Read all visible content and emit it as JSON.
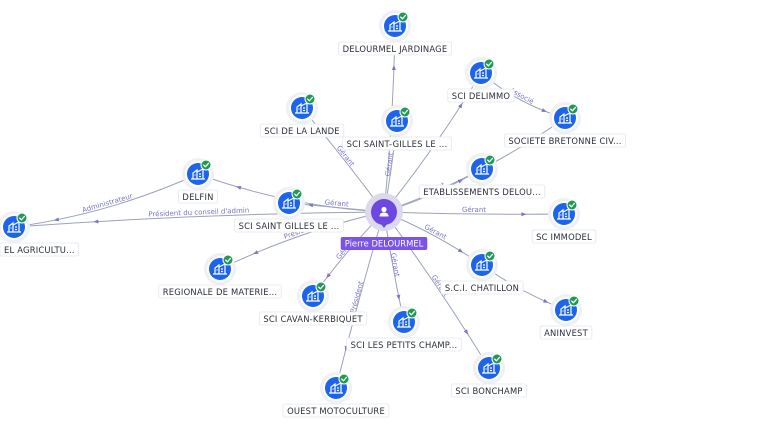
{
  "colors": {
    "company_node": "#1c64ec",
    "person_node": "#6c47e0",
    "verified_badge": "#1e9a53",
    "edge": "#9aa3b8",
    "edge_label": "#7b74c9"
  },
  "center": {
    "id": "pierre",
    "label": "Pierre DELOURMEL",
    "icon": "person-icon"
  },
  "nodes": [
    {
      "id": "jardinage",
      "label": "DELOURMEL JARDINAGE",
      "icon": "company-icon",
      "verified": true
    },
    {
      "id": "delimmo",
      "label": "SCI DELIMMO",
      "icon": "company-icon",
      "verified": true
    },
    {
      "id": "bretonne",
      "label": "SOCIETE BRETONNE CIV...",
      "icon": "company-icon",
      "verified": true
    },
    {
      "id": "lande",
      "label": "SCI DE LA LANDE",
      "icon": "company-icon",
      "verified": true
    },
    {
      "id": "saintgilles1",
      "label": "SCI SAINT-GILLES LE ...",
      "icon": "company-icon",
      "verified": true
    },
    {
      "id": "etab",
      "label": "ETABLISSEMENTS DELOU...",
      "icon": "company-icon",
      "verified": true
    },
    {
      "id": "delfin",
      "label": "DELFIN",
      "icon": "company-icon",
      "verified": true
    },
    {
      "id": "saintgilles2",
      "label": "SCI SAINT GILLES LE ...",
      "icon": "company-icon",
      "verified": true
    },
    {
      "id": "immodel",
      "label": "SC IMMODEL",
      "icon": "company-icon",
      "verified": true
    },
    {
      "id": "agricul",
      "label": "EL AGRICULTU...",
      "icon": "company-icon",
      "verified": true
    },
    {
      "id": "regionale",
      "label": "REGIONALE DE MATERIE...",
      "icon": "company-icon",
      "verified": true
    },
    {
      "id": "chatillon",
      "label": "S.C.I. CHATILLON",
      "icon": "company-icon",
      "verified": true
    },
    {
      "id": "cavan",
      "label": "SCI CAVAN-KERBIQUET",
      "icon": "company-icon",
      "verified": true
    },
    {
      "id": "aninvest",
      "label": "ANINVEST",
      "icon": "company-icon",
      "verified": true
    },
    {
      "id": "petits",
      "label": "SCI LES PETITS CHAMP...",
      "icon": "company-icon",
      "verified": true
    },
    {
      "id": "ouest",
      "label": "OUEST MOTOCULTURE",
      "icon": "company-icon",
      "verified": true
    },
    {
      "id": "bonchamp",
      "label": "SCI BONCHAMP",
      "icon": "company-icon",
      "verified": true
    }
  ],
  "edges": [
    {
      "from": "pierre",
      "to": "jardinage",
      "label": ""
    },
    {
      "from": "pierre",
      "to": "delimmo",
      "label": ""
    },
    {
      "from": "delimmo",
      "to": "bretonne",
      "label": "Associé"
    },
    {
      "from": "pierre",
      "to": "bretonne",
      "label": ""
    },
    {
      "from": "pierre",
      "to": "lande",
      "label": "Gérant"
    },
    {
      "from": "pierre",
      "to": "saintgilles1",
      "label": "Gérant"
    },
    {
      "from": "pierre",
      "to": "etab",
      "label": "Gérant"
    },
    {
      "from": "pierre",
      "to": "delfin",
      "label": ""
    },
    {
      "from": "delfin",
      "to": "agricul",
      "label": "Administrateur"
    },
    {
      "from": "pierre",
      "to": "saintgilles2",
      "label": "Gérant"
    },
    {
      "from": "pierre",
      "to": "agricul",
      "label": "Président du conseil d'admin"
    },
    {
      "from": "pierre",
      "to": "immodel",
      "label": "Gérant"
    },
    {
      "from": "pierre",
      "to": "regionale",
      "label": "Président"
    },
    {
      "from": "pierre",
      "to": "chatillon",
      "label": "Gérant"
    },
    {
      "from": "chatillon",
      "to": "aninvest",
      "label": ""
    },
    {
      "from": "pierre",
      "to": "cavan",
      "label": "Gérant"
    },
    {
      "from": "pierre",
      "to": "petits",
      "label": "Gérant"
    },
    {
      "from": "pierre",
      "to": "ouest",
      "label": "Président"
    },
    {
      "from": "pierre",
      "to": "bonchamp",
      "label": "Gérant"
    }
  ]
}
